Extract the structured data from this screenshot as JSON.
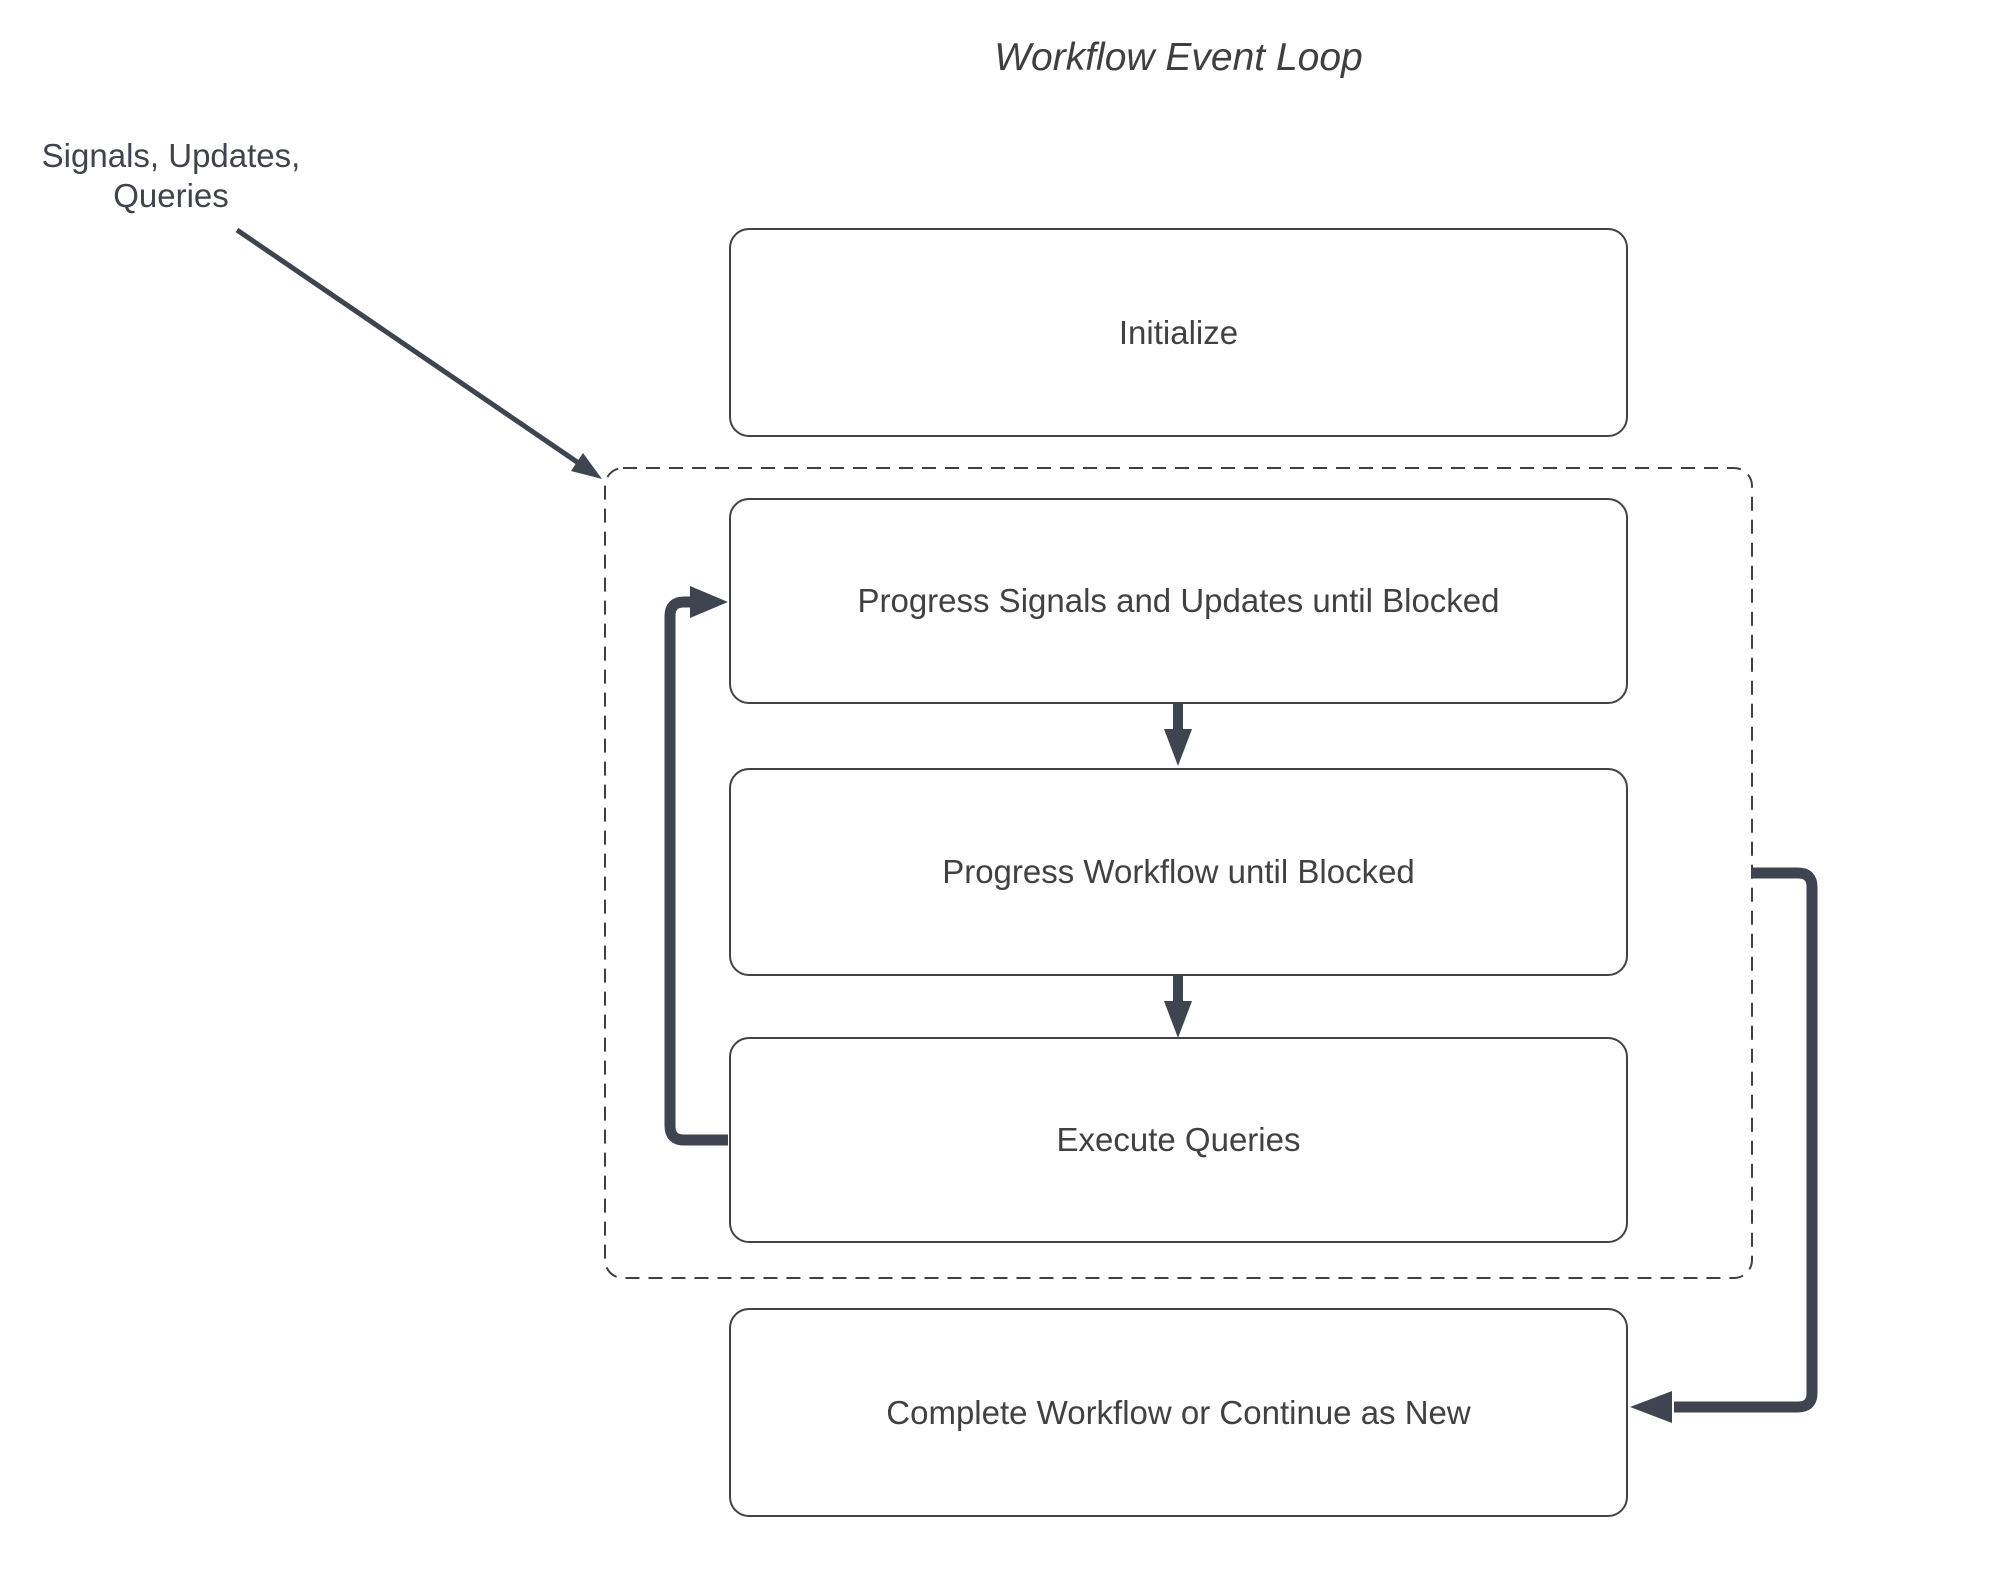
{
  "title": "Workflow Event Loop",
  "annotation": "Signals, Updates,\nQueries",
  "nodes": [
    {
      "id": "initialize",
      "label": "Initialize"
    },
    {
      "id": "progress-signals-updates",
      "label": "Progress Signals and Updates until Blocked"
    },
    {
      "id": "progress-workflow",
      "label": "Progress Workflow until Blocked"
    },
    {
      "id": "execute-queries",
      "label": "Execute Queries"
    },
    {
      "id": "complete-or-continue",
      "label": "Complete Workflow or Continue as New"
    }
  ],
  "group": {
    "id": "event-loop-group",
    "style": "dashed-rounded",
    "contains": [
      "progress-signals-updates",
      "progress-workflow",
      "execute-queries"
    ]
  },
  "edges": [
    {
      "from": "annotation-signals-updates-queries",
      "to": "event-loop-group",
      "type": "thin-straight-arrow"
    },
    {
      "from": "progress-signals-updates",
      "to": "progress-workflow",
      "type": "thick-down-arrow"
    },
    {
      "from": "progress-workflow",
      "to": "execute-queries",
      "type": "thick-down-arrow"
    },
    {
      "from": "execute-queries",
      "to": "progress-signals-updates",
      "type": "thick-elbow-arrow-left"
    },
    {
      "from": "event-loop-group",
      "to": "complete-or-continue",
      "type": "thick-elbow-arrow-right"
    }
  ],
  "colors": {
    "background": "#ffffff",
    "node_fill": "#ffffff",
    "node_border": "#424242",
    "text": "#414141",
    "arrow": "#3e4551",
    "dashed_border": "#3f3f3f"
  }
}
